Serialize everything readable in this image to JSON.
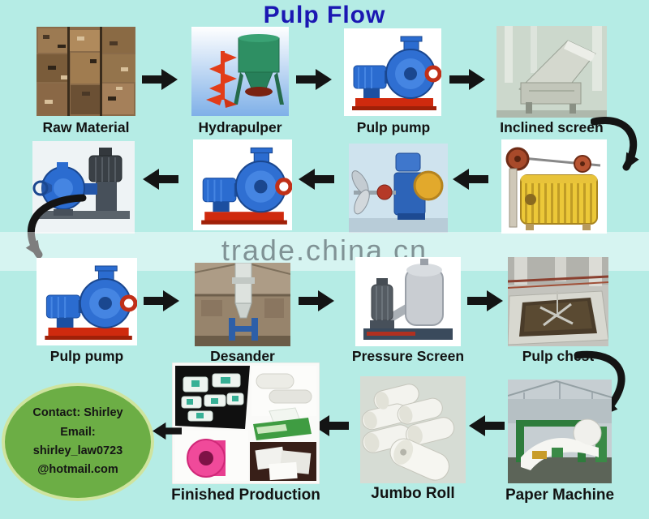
{
  "title": "Pulp Flow",
  "watermark": "trade.china.cn",
  "colors": {
    "background": "#b5ece5",
    "title": "#1b17b2",
    "label": "#121212",
    "arrow": "#141414",
    "ellipse-fill": "#6cae45",
    "ellipse-border": "#cfe49e",
    "watermark": "#5f6d72"
  },
  "stages": {
    "row1": [
      {
        "label": "Raw Material",
        "image": "raw-material"
      },
      {
        "label": "Hydrapulper",
        "image": "hydrapulper"
      },
      {
        "label": "Pulp pump",
        "image": "pulp-pump"
      },
      {
        "label": "Inclined screen",
        "image": "inclined-screen"
      }
    ],
    "row2": [
      {
        "label": "",
        "image": "pump-with-motor"
      },
      {
        "label": "",
        "image": "pulp-pump"
      },
      {
        "label": "",
        "image": "agitator"
      },
      {
        "label": "",
        "image": "chain-screen"
      }
    ],
    "row3": [
      {
        "label": "Pulp pump",
        "image": "pulp-pump"
      },
      {
        "label": "Desander",
        "image": "desander"
      },
      {
        "label": "Pressure Screen",
        "image": "pressure-screen"
      },
      {
        "label": "Pulp chest",
        "image": "pulp-chest"
      }
    ],
    "row4": [
      {
        "label": "Finished Production",
        "image": "finished-production"
      },
      {
        "label": "Jumbo Roll",
        "image": "jumbo-roll"
      },
      {
        "label": "Paper Machine",
        "image": "paper-machine"
      }
    ]
  },
  "contact": {
    "lines": [
      "Contact: Shirley",
      "Email:",
      "shirley_law0723",
      "@hotmail.com"
    ]
  }
}
